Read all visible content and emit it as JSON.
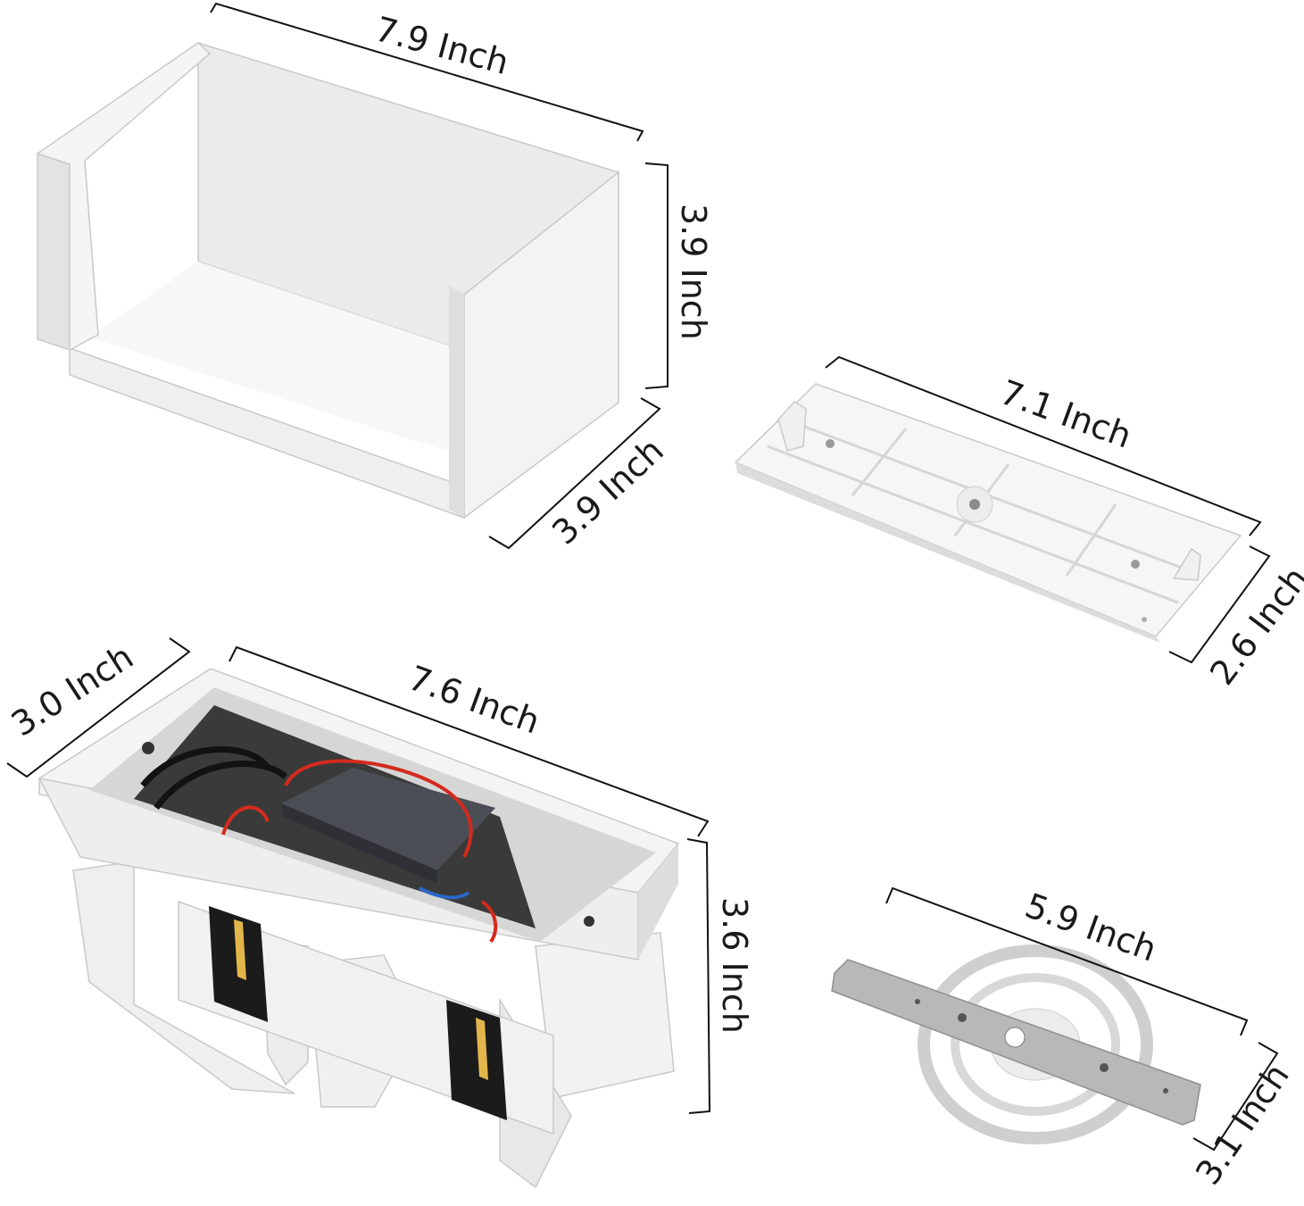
{
  "dimensions": {
    "cover_width": "7.9 Inch",
    "cover_height": "3.9 Inch",
    "cover_depth": "3.9 Inch",
    "backplate_length": "7.1 Inch",
    "backplate_width": "2.6 Inch",
    "housing_width": "3.0 Inch",
    "housing_length": "7.6 Inch",
    "housing_height": "3.6 Inch",
    "bracket_length": "5.9 Inch",
    "bracket_width": "3.1 Inch"
  },
  "colors": {
    "product_white": "#f4f4f4",
    "shadow_grey": "#d9d9d9",
    "metal_grey": "#b8b8b8",
    "led_amber": "#e2b64a",
    "wire_red": "#d42a1e",
    "wire_blue": "#2a66c8",
    "driver_dark": "#4b4e55"
  }
}
